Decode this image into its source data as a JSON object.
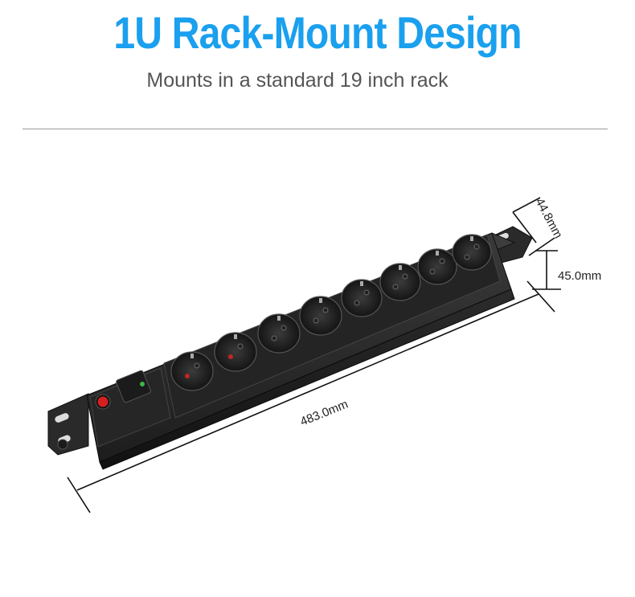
{
  "header": {
    "title": "1U Rack-Mount Design",
    "subtitle": "Mounts in a standard 19 inch rack"
  },
  "dimensions": {
    "depth": "44.8mm",
    "height": "45.0mm",
    "width": "483.0mm"
  },
  "product": {
    "outlet_count": 8,
    "body_color": "#2a2a2a",
    "switch_color": "#d42020"
  },
  "colors": {
    "title": "#1aa0ee",
    "subtitle": "#555555"
  }
}
